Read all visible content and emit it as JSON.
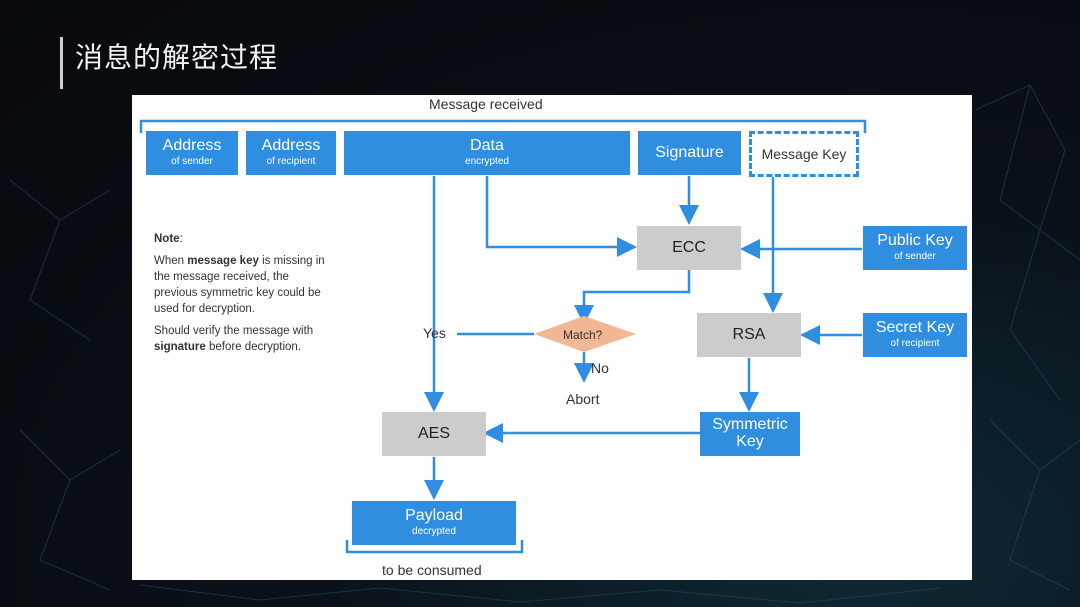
{
  "slide_title": "消息的解密过程",
  "diagram": {
    "header_label": "Message received",
    "footer_label": "to be consumed",
    "fields": [
      {
        "main": "Address",
        "sub": "of sender"
      },
      {
        "main": "Address",
        "sub": "of recipient"
      },
      {
        "main": "Data",
        "sub": "encrypted"
      },
      {
        "main": "Signature",
        "sub": ""
      },
      {
        "main": "Message Key",
        "sub": ""
      }
    ],
    "keys": {
      "public_key": {
        "main": "Public Key",
        "sub": "of sender"
      },
      "secret_key": {
        "main": "Secret Key",
        "sub": "of recipient"
      },
      "symmetric_key": {
        "main": "Symmetric Key"
      }
    },
    "processes": {
      "ecc": "ECC",
      "rsa": "RSA",
      "aes": "AES"
    },
    "decision": {
      "label": "Match?",
      "yes": "Yes",
      "no": "No",
      "abort": "Abort"
    },
    "payload": {
      "main": "Payload",
      "sub": "decrypted"
    },
    "note": {
      "title": "Note",
      "p1_pre": "When ",
      "p1_bold": "message key",
      "p1_post": " is missing in the message received, the previous symmetric key could be used for decryption.",
      "p2_pre": "Should verify the message with ",
      "p2_bold": "signature",
      "p2_post": " before decryption."
    },
    "colors": {
      "blue": "#2f8ee0",
      "gray": "#cccccc",
      "decision": "#f2b896"
    }
  }
}
